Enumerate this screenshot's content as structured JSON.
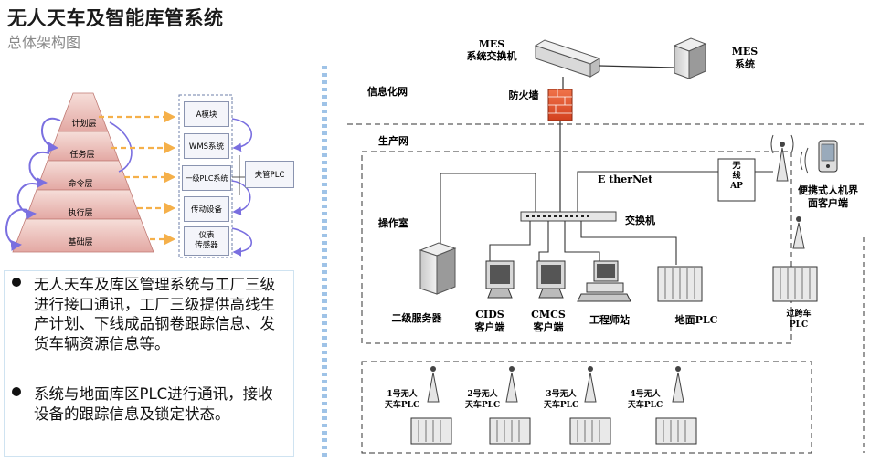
{
  "header": {
    "title": "无人天车及智能库管系统",
    "subtitle": "总体架构图"
  },
  "pyramid": {
    "layers": [
      "计划层",
      "任务层",
      "命令层",
      "执行层",
      "基础层"
    ],
    "modules": [
      "A模块",
      "WMS系统",
      "一级PLC系统",
      "传动设备",
      "仪表\n传感器"
    ],
    "side_box": "夫管PLC"
  },
  "bullets": [
    "无人天车及库区管理系统与工厂三级进行接口通讯，工厂三级提供高线生产计划、下线成品钢卷跟踪信息、发货车辆资源信息等。",
    "系统与地面库区PLC进行通讯，接收设备的跟踪信息及锁定状态。"
  ],
  "network": {
    "mes_switch": "MES\n系统交换机",
    "mes_system": "MES\n系统",
    "info_net": "信息化网",
    "firewall": "防火墙",
    "production_net": "生产网",
    "ethernet": "E therNet",
    "wireless_ap": "无\n线\nAP",
    "portable_client": "便携式人机界\n面客户端",
    "control_room": "操作室",
    "switch": "交换机",
    "level2_server": "二级服务器",
    "cids_client": "CIDS\n客户端",
    "cmcs_client": "CMCS\n客户端",
    "engineer_station": "工程师站",
    "ground_plc": "地面PLC",
    "transfer_plc": "过跨车\nPLC",
    "crane_plcs": [
      "1号无人\n天车PLC",
      "2号无人\n天车PLC",
      "3号无人\n天车PLC",
      "4号无人\n天车PLC"
    ]
  },
  "colors": {
    "accent_blue": "#2f6fbd",
    "arrow_orange": "#f5b04a",
    "loop_purple": "#7a6fe0",
    "firewall_red": "#e0502a"
  }
}
